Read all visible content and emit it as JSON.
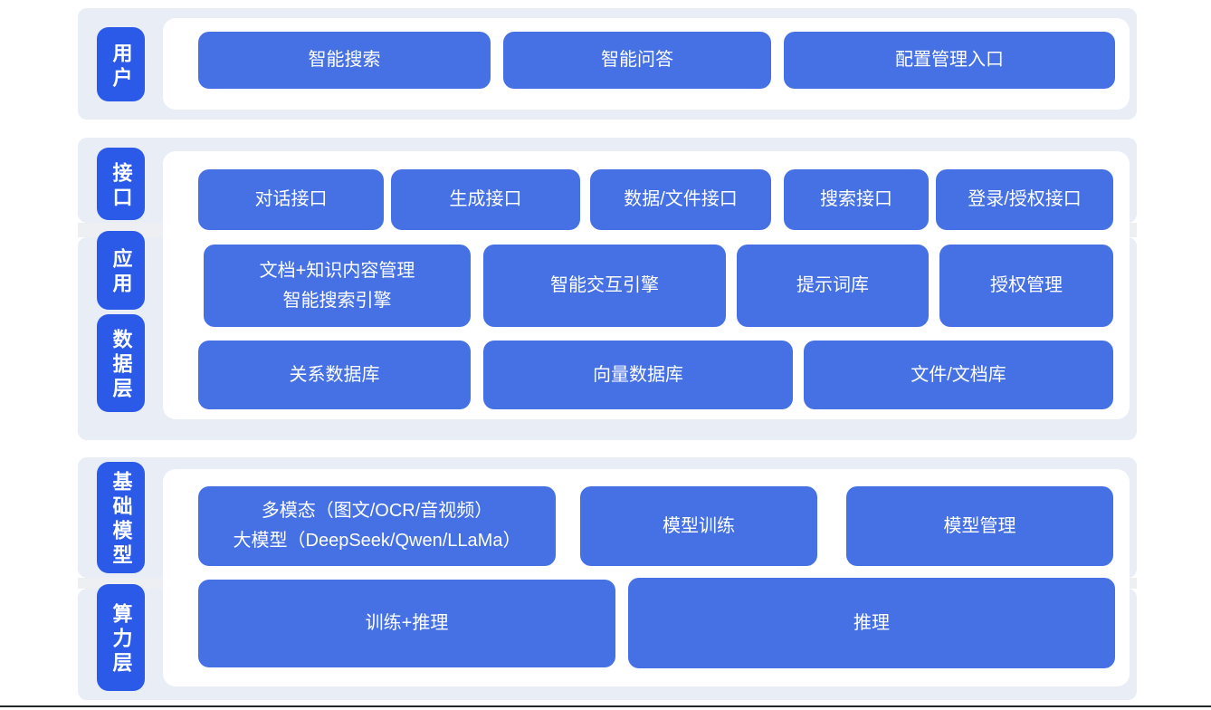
{
  "diagram": {
    "layers": {
      "user": {
        "label": "用户",
        "items": [
          "智能搜索",
          "智能问答",
          "配置管理入口"
        ]
      },
      "interface": {
        "label": "接口",
        "items": [
          "对话接口",
          "生成接口",
          "数据/文件接口",
          "搜索接口",
          "登录/授权接口"
        ]
      },
      "application": {
        "label": "应用",
        "items": [
          "文档+知识内容管理\n智能搜索引擎",
          "智能交互引擎",
          "提示词库",
          "授权管理"
        ]
      },
      "data": {
        "label": "数据层",
        "items": [
          "关系数据库",
          "向量数据库",
          "文件/文档库"
        ]
      },
      "model": {
        "label": "基础模型",
        "items": [
          "多模态（图文/OCR/音视频）\n大模型（DeepSeek/Qwen/LLaMa）",
          "模型训练",
          "模型管理"
        ]
      },
      "compute": {
        "label": "算力层",
        "items": [
          "训练+推理",
          "推理"
        ]
      }
    },
    "colors": {
      "box_blue": "#4671E4",
      "label_pill_blue": "#2B5AE9",
      "section_background": "#E8EDF6",
      "panel_background": "#FFFFFF",
      "text": "#FFFFFF"
    }
  }
}
